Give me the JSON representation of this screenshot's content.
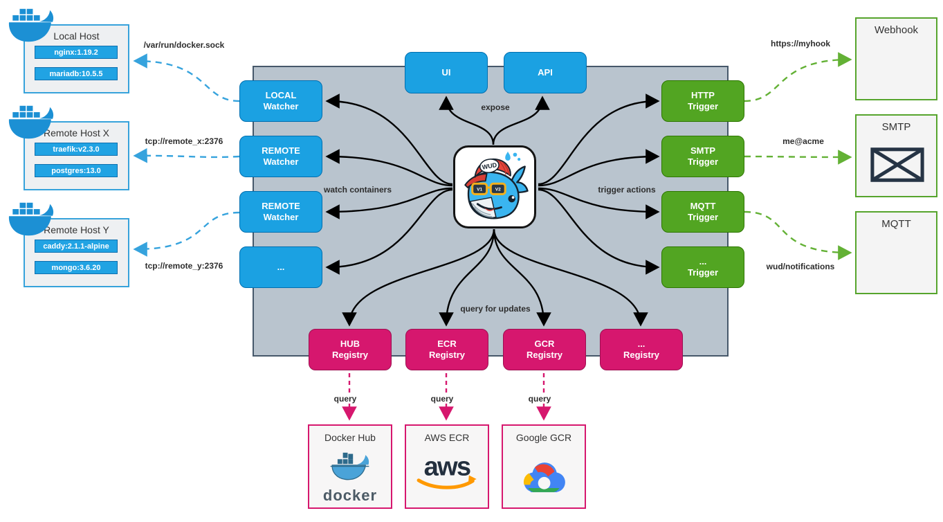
{
  "diagram": {
    "core_labels": {
      "ui": "UI",
      "api": "API",
      "expose": "expose",
      "watch": "watch containers",
      "trigger_actions": "trigger actions",
      "query_updates": "query for updates",
      "query": "query"
    },
    "logo": {
      "cap": "WUD",
      "lens_left": "V1",
      "lens_right": "V2"
    },
    "watchers": [
      {
        "line1": "LOCAL",
        "line2": "Watcher",
        "link": "/var/run/docker.sock"
      },
      {
        "line1": "REMOTE",
        "line2": "Watcher",
        "link": "tcp://remote_x:2376"
      },
      {
        "line1": "REMOTE",
        "line2": "Watcher",
        "link": "tcp://remote_y:2376"
      },
      {
        "line1": "...",
        "line2": ""
      }
    ],
    "triggers": [
      {
        "line1": "HTTP",
        "line2": "Trigger",
        "link": "https://myhook"
      },
      {
        "line1": "SMTP",
        "line2": "Trigger",
        "link": "me@acme"
      },
      {
        "line1": "MQTT",
        "line2": "Trigger",
        "link": "wud/notifications"
      },
      {
        "line1": "...",
        "line2": "Trigger"
      }
    ],
    "registries": [
      {
        "line1": "HUB",
        "line2": "Registry"
      },
      {
        "line1": "ECR",
        "line2": "Registry"
      },
      {
        "line1": "GCR",
        "line2": "Registry"
      },
      {
        "line1": "...",
        "line2": "Registry"
      }
    ],
    "hosts": [
      {
        "title": "Local Host",
        "containers": [
          "nginx:1.19.2",
          "mariadb:10.5.5"
        ]
      },
      {
        "title": "Remote Host X",
        "containers": [
          "traefik:v2.3.0",
          "postgres:13.0"
        ]
      },
      {
        "title": "Remote Host Y",
        "containers": [
          "caddy:2.1.1-alpine",
          "mongo:3.6.20"
        ]
      }
    ],
    "notification_targets": [
      {
        "title": "Webhook"
      },
      {
        "title": "SMTP"
      },
      {
        "title": "MQTT"
      }
    ],
    "registry_targets": [
      {
        "title": "Docker Hub",
        "wordmark": "docker"
      },
      {
        "title": "AWS ECR",
        "wordmark": "aws"
      },
      {
        "title": "Google GCR"
      }
    ],
    "icons": {
      "docker-whale-icon": "docker whale with container stack",
      "wud-logo": "whale wearing WUD cap and V1/V2 sunglasses",
      "envelope-icon": "email envelope",
      "aws-logo": "aws wordmark with smile arrow",
      "gcp-cloud-logo": "multicolor Google Cloud"
    },
    "colors": {
      "watcher_blue": "#1ba1e2",
      "trigger_green": "#52a522",
      "registry_pink": "#d6176e",
      "container_gray": "#b9c4ce",
      "host_border_blue": "#36a2db",
      "target_border_green": "#56a42c",
      "edge_black": "#000000",
      "edge_blue_dashed": "#36a3dd",
      "edge_green_dashed": "#63b135",
      "edge_pink_dashed": "#d6176e"
    }
  }
}
